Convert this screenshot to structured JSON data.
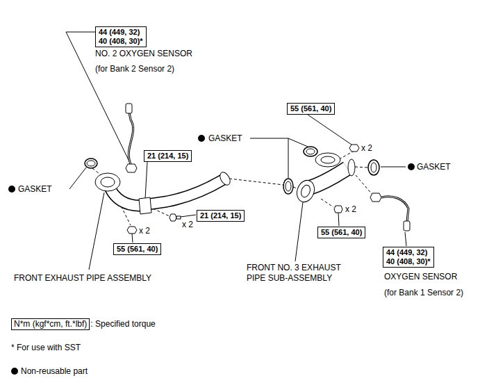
{
  "diagram": {
    "nodes": [
      {
        "text": [
          "44 (449, 32)",
          "40 (408, 30)*"
        ]
      },
      {
        "text": [
          "55 (561, 40)"
        ]
      },
      {
        "text": [
          "21 (214, 15)"
        ]
      },
      {
        "text": [
          "21 (214, 15)"
        ]
      },
      {
        "text": [
          "55 (561, 40)"
        ]
      },
      {
        "text": [
          "55 (561, 40)"
        ]
      },
      {
        "text": [
          "44 (449, 32)",
          "40 (408, 30)*"
        ]
      },
      {
        "text": [
          "N*m (kgf*cm, ft.*lbf)"
        ]
      }
    ],
    "labels": [
      "NO. 2 OXYGEN SENSOR",
      "(for Bank 2 Sensor 2)",
      "GASKET",
      "x 2",
      "GASKET",
      "GASKET",
      "x 2",
      "x 2",
      "x 2",
      "FRONT EXHAUST PIPE ASSEMBLY",
      "FRONT NO. 3 EXHAUST PIPE SUB-ASSEMBLY",
      "OXYGEN SENSOR",
      "(for Bank 1 Sensor 2)",
      ": Specified torque",
      "* For use with SST",
      "Non-reusable part"
    ]
  }
}
